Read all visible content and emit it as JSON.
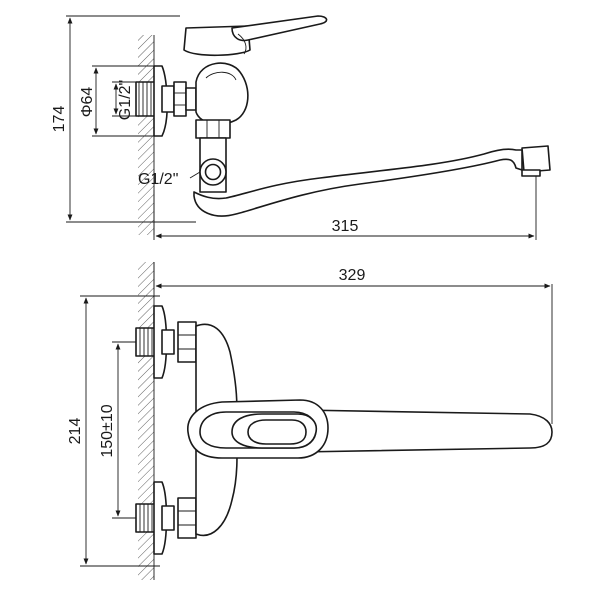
{
  "dimensions": {
    "top_height": "174",
    "top_diameter": "Φ64",
    "top_thread_upper": "G1/2\"",
    "top_thread_lower": "G1/2\"",
    "top_length": "315",
    "bottom_length": "329",
    "bottom_height": "214",
    "bottom_spacing": "150±10"
  }
}
